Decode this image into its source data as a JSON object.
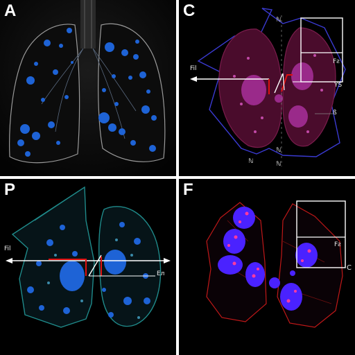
{
  "panels": [
    {
      "letter": "A"
    },
    {
      "letter": "C",
      "labels": [
        "ℕ",
        "Fil",
        "Fƨ",
        "YS",
        "ß",
        "ℕ",
        "ℕ",
        "ℕ"
      ]
    },
    {
      "letter": "P",
      "labels": [
        "Fil",
        "Eл"
      ]
    },
    {
      "letter": "F",
      "labels": [
        "Fƨ",
        "C"
      ]
    }
  ],
  "colors": {
    "background": "#000000",
    "separator": "#ffffff",
    "lung_outline": "#8a8a8a",
    "nodule_blue": "#1e63d6",
    "lung_tissue_magenta": "#6a1240",
    "nucleus_violet": "#4a22ff",
    "marker_pink": "#ff3aa0",
    "outline_red": "#c01818",
    "outline_teal": "#1f8a8a",
    "line_blue": "#3a3ad0",
    "annotation_red": "#e01010",
    "annotation_white": "#ffffff"
  }
}
